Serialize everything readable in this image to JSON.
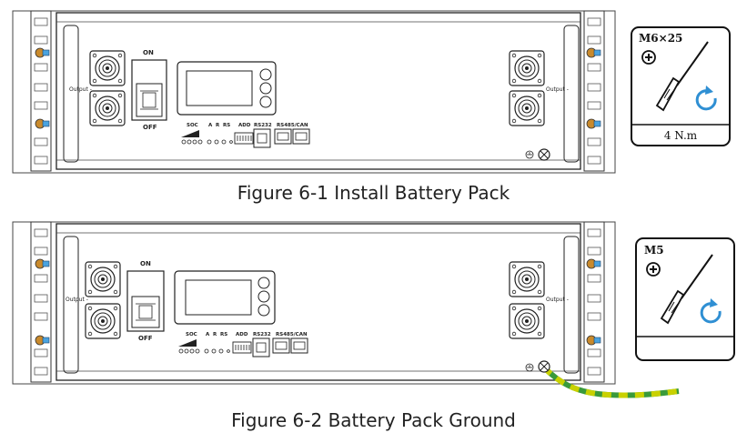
{
  "figure1": {
    "caption": "Figure 6-1 Install Battery Pack",
    "on_label": "ON",
    "off_label": "OFF",
    "output_left": "Output -",
    "output_right": "Output -",
    "indicator_label_soc": "SOC",
    "indicator_labels": [
      "A",
      "R",
      "RS",
      "ADD"
    ],
    "port_rs232": "RS232",
    "port_rs485_can": "RS485/CAN",
    "screw_box": {
      "spec": "M6×25",
      "torque": "4 N.m",
      "icon_plus": "plus-circle-icon",
      "icon_tool": "screwdriver-icon",
      "icon_rotate": "rotate-clockwise-icon"
    }
  },
  "figure2": {
    "caption": "Figure 6-2 Battery Pack Ground",
    "on_label": "ON",
    "off_label": "OFF",
    "output_left": "Output -",
    "output_right": "Output -",
    "indicator_label_soc": "SOC",
    "indicator_labels": [
      "A",
      "R",
      "RS",
      "ADD"
    ],
    "port_rs232": "RS232",
    "port_rs485_can": "RS485/CAN",
    "screw_box": {
      "spec": "M5",
      "icon_plus": "plus-circle-icon",
      "icon_tool": "screwdriver-icon",
      "icon_rotate": "rotate-clockwise-icon"
    },
    "ground_wire_colors": [
      "#c9d100",
      "#3a9a3a"
    ]
  }
}
